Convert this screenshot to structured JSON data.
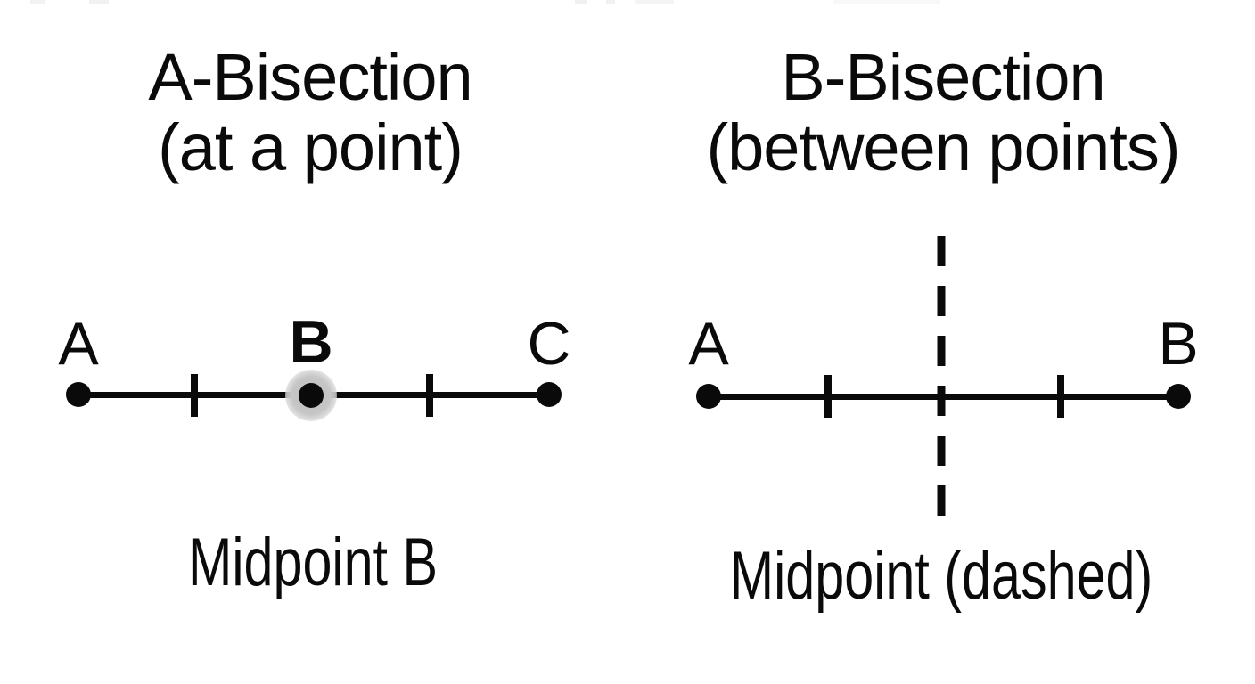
{
  "panels": {
    "left": {
      "title": "A-Bisection",
      "subtitle": "(at a point)",
      "labels": {
        "a": "A",
        "b": "B",
        "c": "C"
      },
      "caption": "Midpoint B"
    },
    "right": {
      "title": "B-Bisection",
      "subtitle": "(between points)",
      "labels": {
        "a": "A",
        "b": "B"
      },
      "caption": "Midpoint (dashed)"
    }
  },
  "colors": {
    "ink": "#0a0a0a",
    "background": "#ffffff",
    "midpoint_halo": "#c3c3c3"
  }
}
